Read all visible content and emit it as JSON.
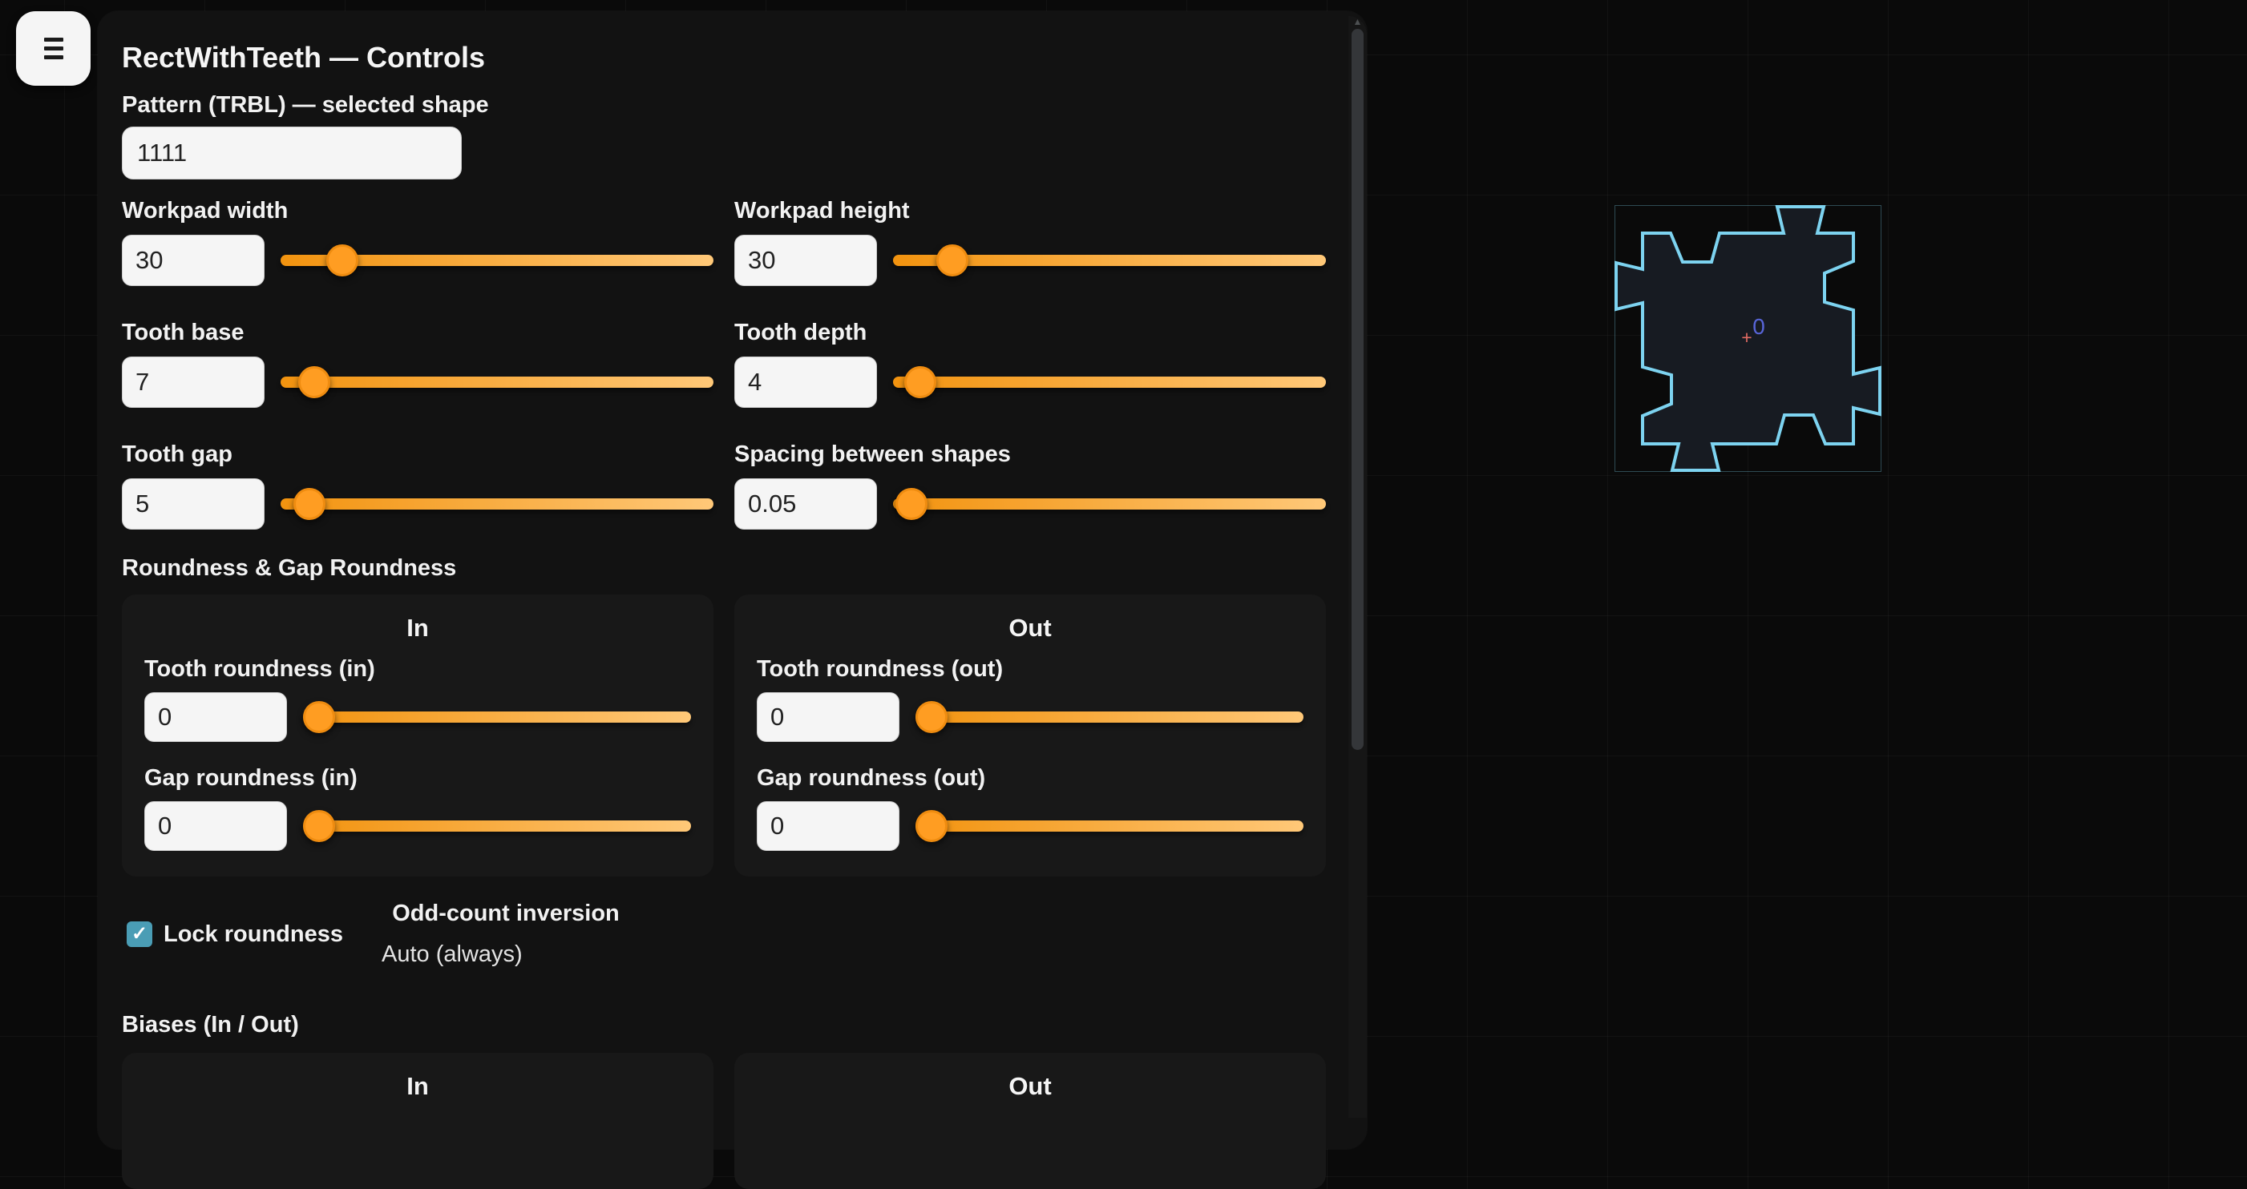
{
  "panel": {
    "title": "RectWithTeeth — Controls",
    "pattern": {
      "label": "Pattern (TRBL) — selected shape",
      "value": "1111"
    },
    "controls": [
      {
        "label": "Workpad width",
        "value": "30",
        "percent": "10.5%"
      },
      {
        "label": "Workpad height",
        "value": "30",
        "percent": "10%"
      },
      {
        "label": "Tooth base",
        "value": "7",
        "percent": "4%"
      },
      {
        "label": "Tooth depth",
        "value": "4",
        "percent": "2.5%"
      },
      {
        "label": "Tooth gap",
        "value": "5",
        "percent": "3%"
      },
      {
        "label": "Spacing between shapes",
        "value": "0.05",
        "percent": "0.5%"
      }
    ],
    "roundness": {
      "heading": "Roundness & Gap Roundness",
      "cards": [
        {
          "title": "In",
          "fields": [
            {
              "label": "Tooth roundness (in)",
              "value": "0",
              "percent": "0%"
            },
            {
              "label": "Gap roundness (in)",
              "value": "0",
              "percent": "0%"
            }
          ]
        },
        {
          "title": "Out",
          "fields": [
            {
              "label": "Tooth roundness (out)",
              "value": "0",
              "percent": "0%"
            },
            {
              "label": "Gap roundness (out)",
              "value": "0",
              "percent": "0%"
            }
          ]
        }
      ]
    },
    "options": {
      "lock_label": "Lock roundness",
      "lock_checked": true,
      "check_glyph": "✓",
      "odd_label": "Odd-count inversion",
      "odd_value": "Auto (always)"
    },
    "biases": {
      "heading": "Biases (In / Out)",
      "cards": [
        {
          "title": "In"
        },
        {
          "title": "Out"
        }
      ]
    },
    "scrollbar": {
      "up_glyph": "▲"
    }
  },
  "preview": {
    "origin_label": "0",
    "crosshair_glyph": "+",
    "outline_color": "#7dd3f0",
    "fill_color": "#171b22",
    "origin_label_color": "#5865d8",
    "crosshair_color": "#e06b63"
  },
  "colors": {
    "page_bg": "#0a0a0a",
    "panel_bg": "#121212",
    "card_bg": "#181818",
    "input_bg": "#f5f5f5",
    "accent_orange": "#ff9d22",
    "track_gradient_start": "#f2930f",
    "track_gradient_end": "#ffc878",
    "checkbox_teal": "#4a9db5"
  }
}
